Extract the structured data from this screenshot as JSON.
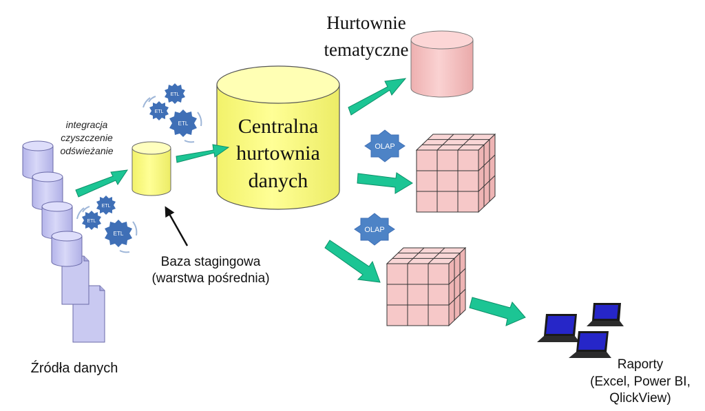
{
  "labels": {
    "integration": [
      "integracja",
      "czyszczenie",
      "odświeżanie"
    ],
    "staging": [
      "Baza stagingowa",
      "(warstwa pośrednia)"
    ],
    "central": [
      "Centralna",
      "hurtownia",
      "danych"
    ],
    "thematic": [
      "Hurtownie",
      "tematyczne"
    ],
    "sources": "Źródła danych",
    "reports": [
      "Raporty",
      "(Excel, Power BI,",
      "QlickView)"
    ]
  },
  "badges": {
    "etl": "ETL",
    "olap": "OLAP"
  },
  "icons": [
    "database-icon",
    "document-icon",
    "gear-icon",
    "olap-cube-icon",
    "laptop-icon",
    "arrow-icon"
  ],
  "colors": {
    "source_cylinder": "#c9c9f1",
    "staging_cylinder": "#ffffa8",
    "central_cylinder": "#ffff88",
    "thematic_cylinder": "#f7c3c3",
    "cube": "#f6c8c8",
    "arrow": "#1cc594",
    "badge": "#4d83c6",
    "laptop_screen": "#2626c8"
  }
}
